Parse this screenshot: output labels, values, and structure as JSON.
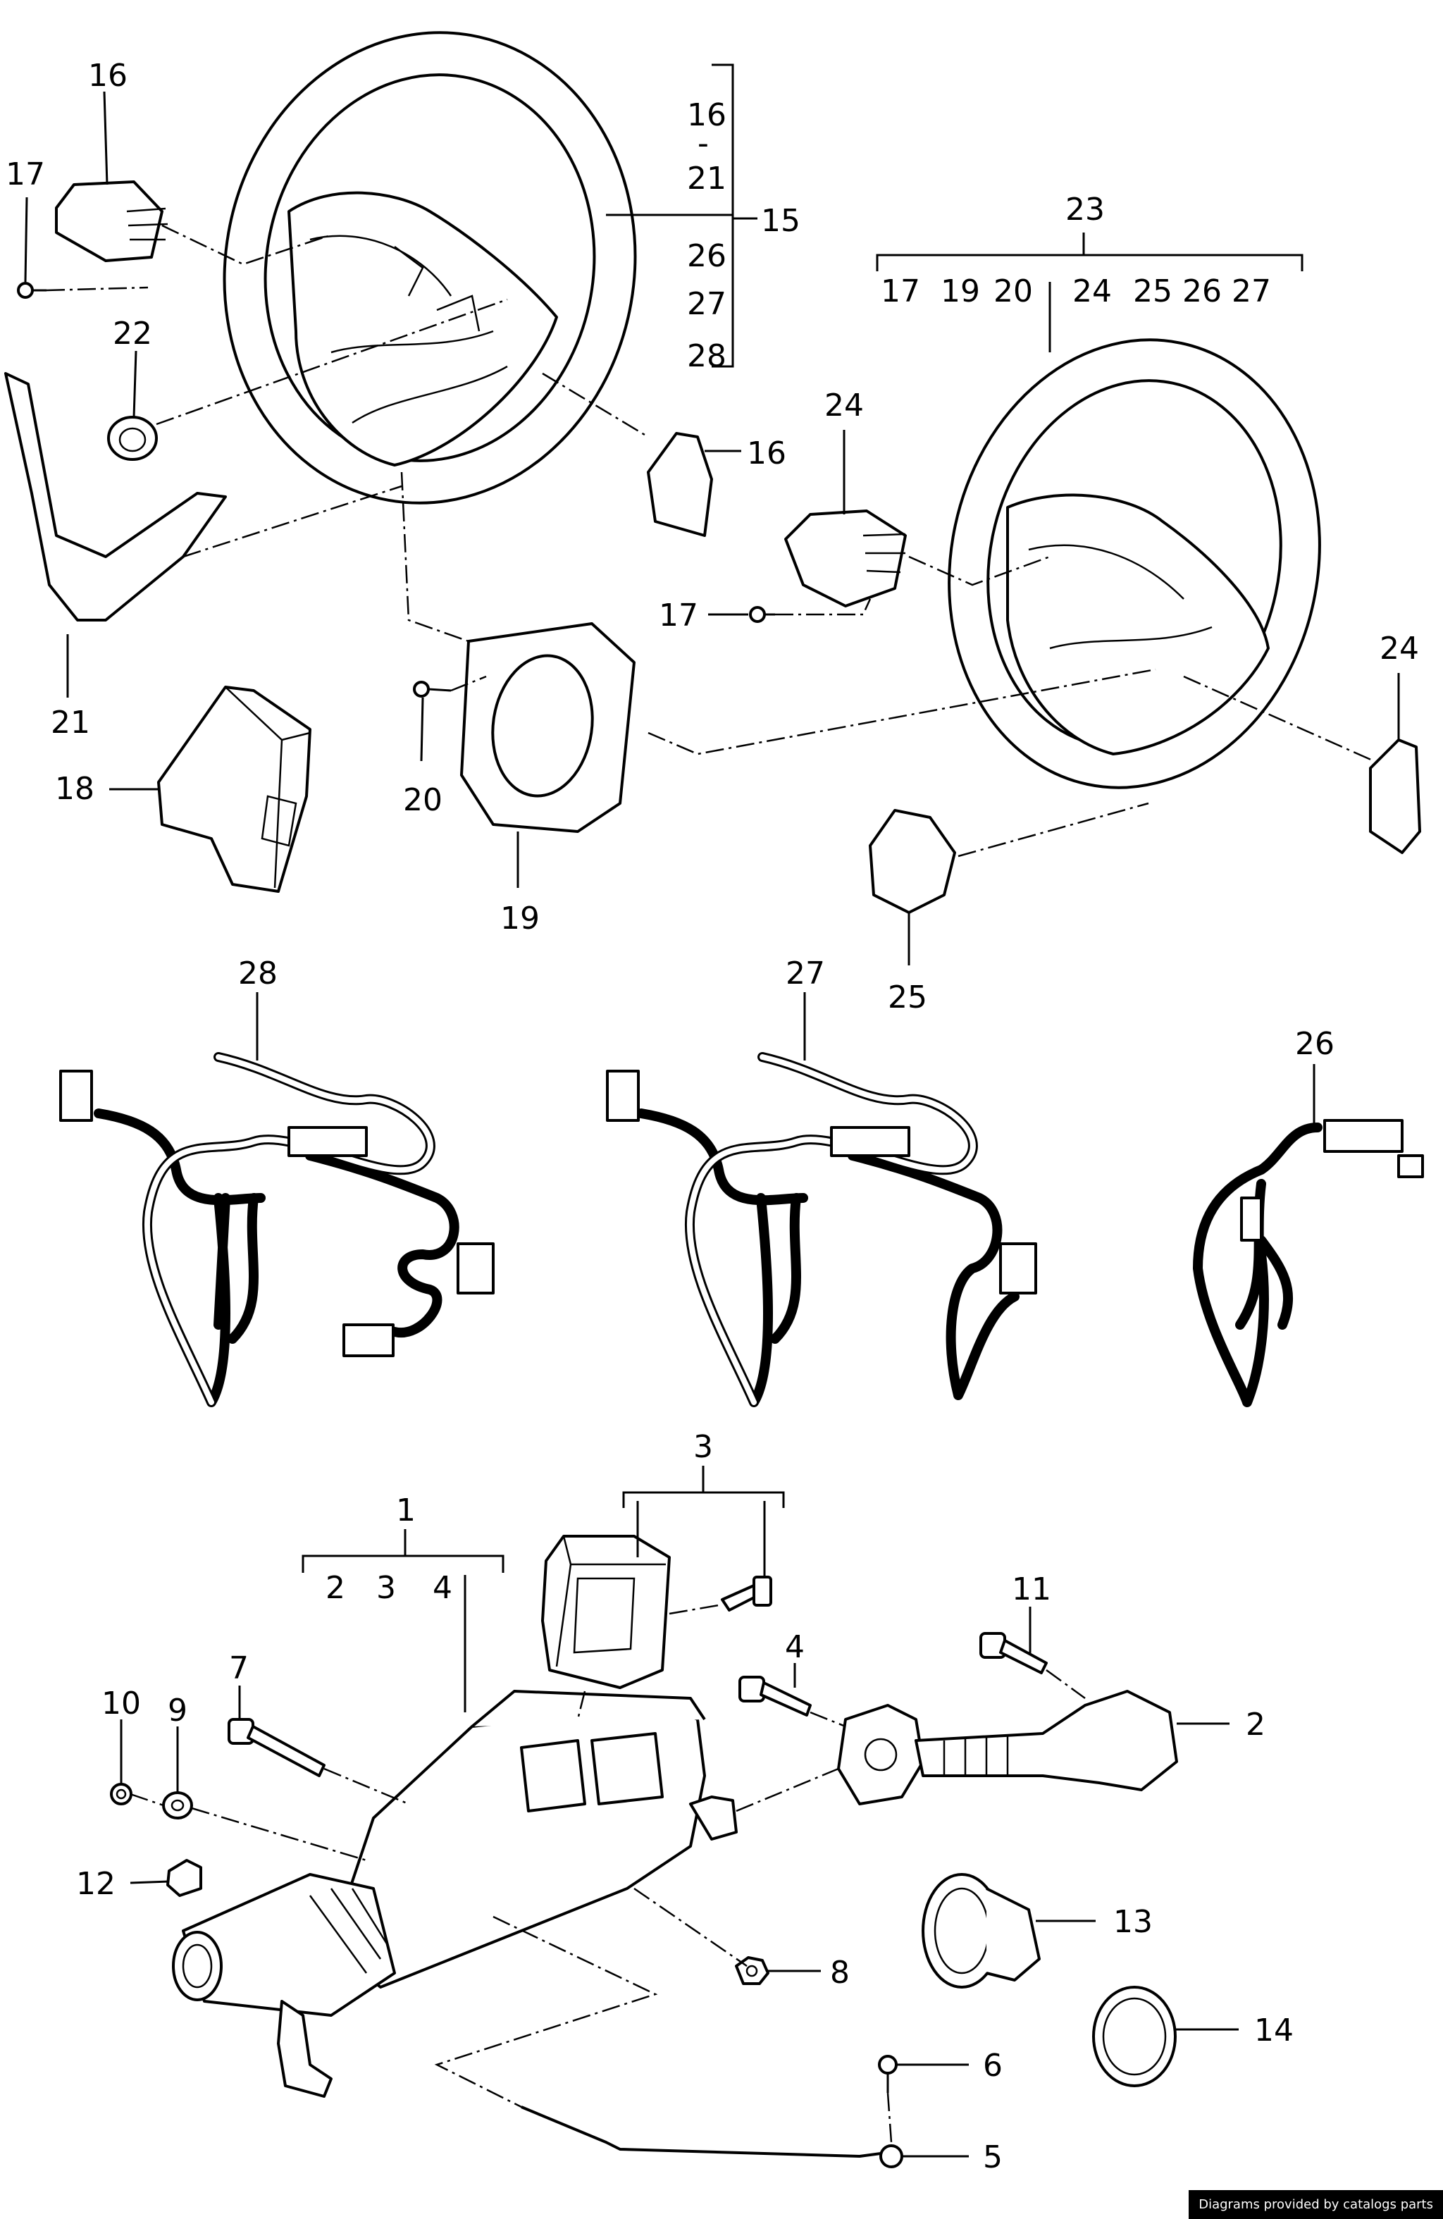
{
  "credit": "Diagrams provided by catalogs parts",
  "labels": {
    "l1": "1",
    "l2": "2",
    "l3": "3",
    "l4": "4",
    "l5": "5",
    "l6": "6",
    "l7": "7",
    "l8": "8",
    "l9": "9",
    "l10": "10",
    "l11": "11",
    "l12": "12",
    "l13": "13",
    "l14": "14",
    "l15": "15",
    "l16a": "16",
    "l16b": "16",
    "l17a": "17",
    "l17b": "17",
    "l18": "18",
    "l19": "19",
    "l20": "20",
    "l21": "21",
    "l22": "22",
    "l23": "23",
    "l24a": "24",
    "l24b": "24",
    "l25": "25",
    "l26": "26",
    "l27": "27",
    "l28": "28"
  },
  "group15": [
    "16",
    "-",
    "21",
    "26",
    "27",
    "28"
  ],
  "group23": [
    "17",
    "19",
    "20",
    "24",
    "25",
    "26",
    "27"
  ],
  "group1": [
    "2",
    "3",
    "4"
  ]
}
